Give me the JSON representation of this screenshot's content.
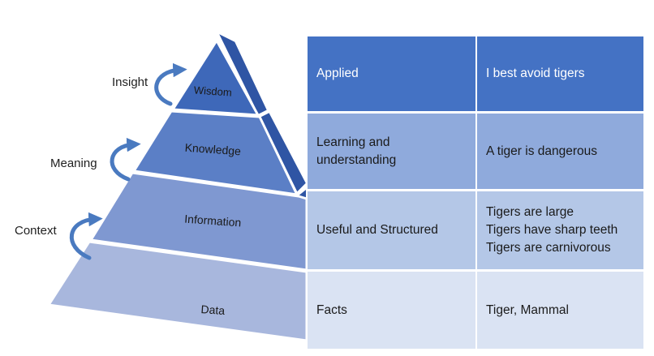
{
  "pyramid": {
    "levels": [
      {
        "label": "Wisdom",
        "color": "#3e68b9"
      },
      {
        "label": "Knowledge",
        "color": "#5b7fc6"
      },
      {
        "label": "Information",
        "color": "#7f98d1"
      },
      {
        "label": "Data",
        "color": "#a8b7dd"
      }
    ],
    "side_color": "#2f55a4",
    "arrow_color": "#4a7ac0"
  },
  "side_labels": {
    "insight": "Insight",
    "meaning": "Meaning",
    "context": "Context"
  },
  "table": {
    "rows": [
      {
        "description": "Applied",
        "example": "I best avoid tigers",
        "bg": "#4472c4",
        "text_color": "#ffffff"
      },
      {
        "description": "Learning and\nunderstanding",
        "example": "A tiger is dangerous",
        "bg": "#8faadc",
        "text_color": "#1a1a1a"
      },
      {
        "description": "Useful and Structured",
        "example": "Tigers are large\nTigers have sharp teeth\nTigers are carnivorous",
        "bg": "#b4c7e7",
        "text_color": "#1a1a1a"
      },
      {
        "description": "Facts",
        "example": "Tiger, Mammal",
        "bg": "#dae3f3",
        "text_color": "#1a1a1a"
      }
    ]
  }
}
